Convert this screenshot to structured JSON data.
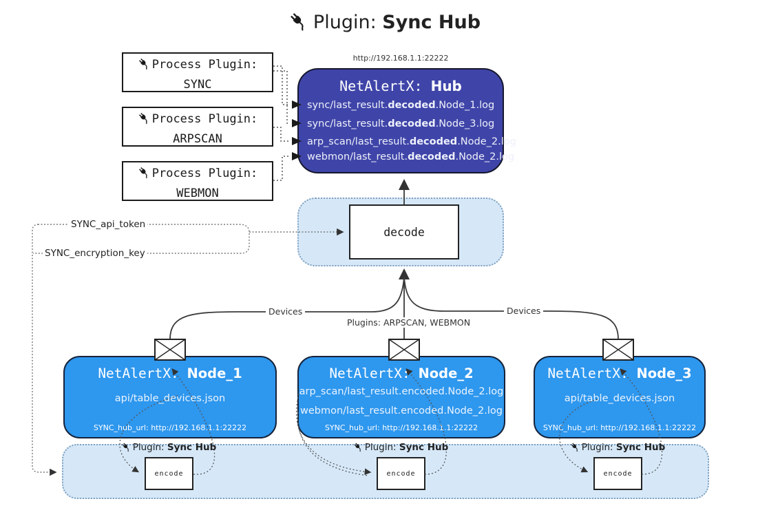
{
  "title": {
    "prefix": "Plugin: ",
    "bold": "Sync Hub"
  },
  "process_plugins": [
    {
      "label": "Process Plugin:",
      "name": "SYNC"
    },
    {
      "label": "Process Plugin:",
      "name": "ARPSCAN"
    },
    {
      "label": "Process Plugin:",
      "name": "WEBMON"
    }
  ],
  "hub": {
    "url": "http://192.168.1.1:22222",
    "title_prefix": "NetAlertX: ",
    "title_bold": "Hub",
    "lines": [
      {
        "pre": "sync/last_result.",
        "bold": "decoded",
        "post": ".Node_1.log"
      },
      {
        "pre": "sync/last_result.",
        "bold": "decoded",
        "post": ".Node_3.log"
      },
      {
        "pre": "arp_scan/last_result.",
        "bold": "decoded",
        "post": ".Node_2.log"
      },
      {
        "pre": "webmon/last_result.",
        "bold": "decoded",
        "post": ".Node_2.log"
      }
    ]
  },
  "decode": {
    "label": "decode"
  },
  "tokens": {
    "api_token": "SYNC_api_token",
    "encryption_key": "SYNC_encryption_key"
  },
  "edges": {
    "devices_left": "Devices",
    "plugins_mid": "Plugins: ARPSCAN, WEBMON",
    "devices_right": "Devices"
  },
  "nodes": [
    {
      "title_prefix": "NetAlertX: ",
      "title_bold": "Node_1",
      "lines": [
        "api/table_devices.json"
      ],
      "hub_url": "SYNC_hub_url: http://192.168.1.1:22222"
    },
    {
      "title_prefix": "NetAlertX: ",
      "title_bold": "Node_2",
      "lines": [
        "arp_scan/last_result.encoded.Node_2.log",
        "webmon/last_result.encoded.Node_2.log"
      ],
      "hub_url": "SYNC_hub_url: http://192.168.1.1:22222"
    },
    {
      "title_prefix": "NetAlertX: ",
      "title_bold": "Node_3",
      "lines": [
        "api/table_devices.json"
      ],
      "hub_url": "SYNC_hub_url: http://192.168.1.1:22222"
    }
  ],
  "encoders": [
    {
      "prefix": "Plugin: ",
      "bold": "Sync Hub",
      "box": "encode"
    },
    {
      "prefix": "Plugin: ",
      "bold": "Sync Hub",
      "box": "encode"
    },
    {
      "prefix": "Plugin: ",
      "bold": "Sync Hub",
      "box": "encode"
    }
  ],
  "colors": {
    "hub_fill": "#3f45a8",
    "node_fill": "#2e97ee",
    "panel_fill": "#d6e8f8",
    "panel_border": "#7fa0bd",
    "line": "#3a3a3a"
  }
}
